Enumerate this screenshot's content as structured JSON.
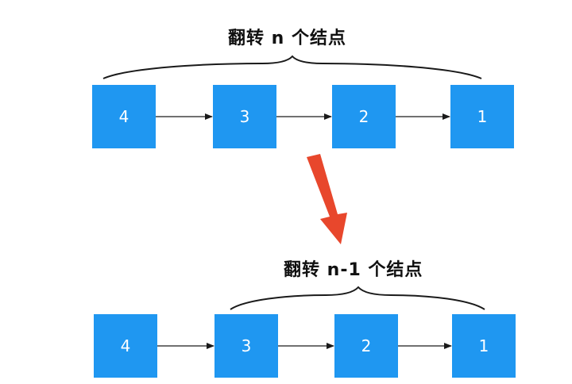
{
  "colors": {
    "node_fill": "#1f97f1",
    "arrow": "#1a1a1a",
    "transition_arrow": "#e8472c"
  },
  "top_row": {
    "label": "翻转 n 个结点",
    "nodes": [
      "4",
      "3",
      "2",
      "1"
    ]
  },
  "bottom_row": {
    "label": "翻转 n-1 个结点",
    "nodes": [
      "4",
      "3",
      "2",
      "1"
    ]
  }
}
